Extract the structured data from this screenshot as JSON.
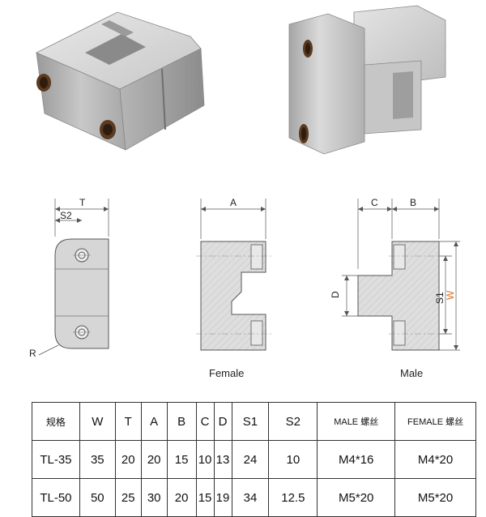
{
  "colors": {
    "metal_light": "#dcdcdc",
    "metal_mid": "#b9b9b9",
    "metal_dark": "#8d8d8d",
    "hatch": "#d9d9d9",
    "accent": "#e06a1b"
  },
  "photos": [
    {
      "name": "female-block-photo"
    },
    {
      "name": "male-block-photo"
    }
  ],
  "drawings": {
    "side": {
      "t": "T",
      "s2": "S2",
      "r": "R"
    },
    "female": {
      "a": "A",
      "caption": "Female"
    },
    "male": {
      "c": "C",
      "b": "B",
      "d": "D",
      "s1": "S1",
      "w": "W",
      "caption": "Male"
    }
  },
  "table": {
    "headers": [
      "规格",
      "W",
      "T",
      "A",
      "B",
      "C",
      "D",
      "S1",
      "S2",
      "MALE 螺丝",
      "FEMALE 螺丝"
    ],
    "rows": [
      [
        "TL-35",
        "35",
        "20",
        "20",
        "15",
        "10",
        "13",
        "24",
        "10",
        "M4*16",
        "M4*20"
      ],
      [
        "TL-50",
        "50",
        "25",
        "30",
        "20",
        "15",
        "19",
        "34",
        "12.5",
        "M5*20",
        "M5*20"
      ]
    ]
  }
}
